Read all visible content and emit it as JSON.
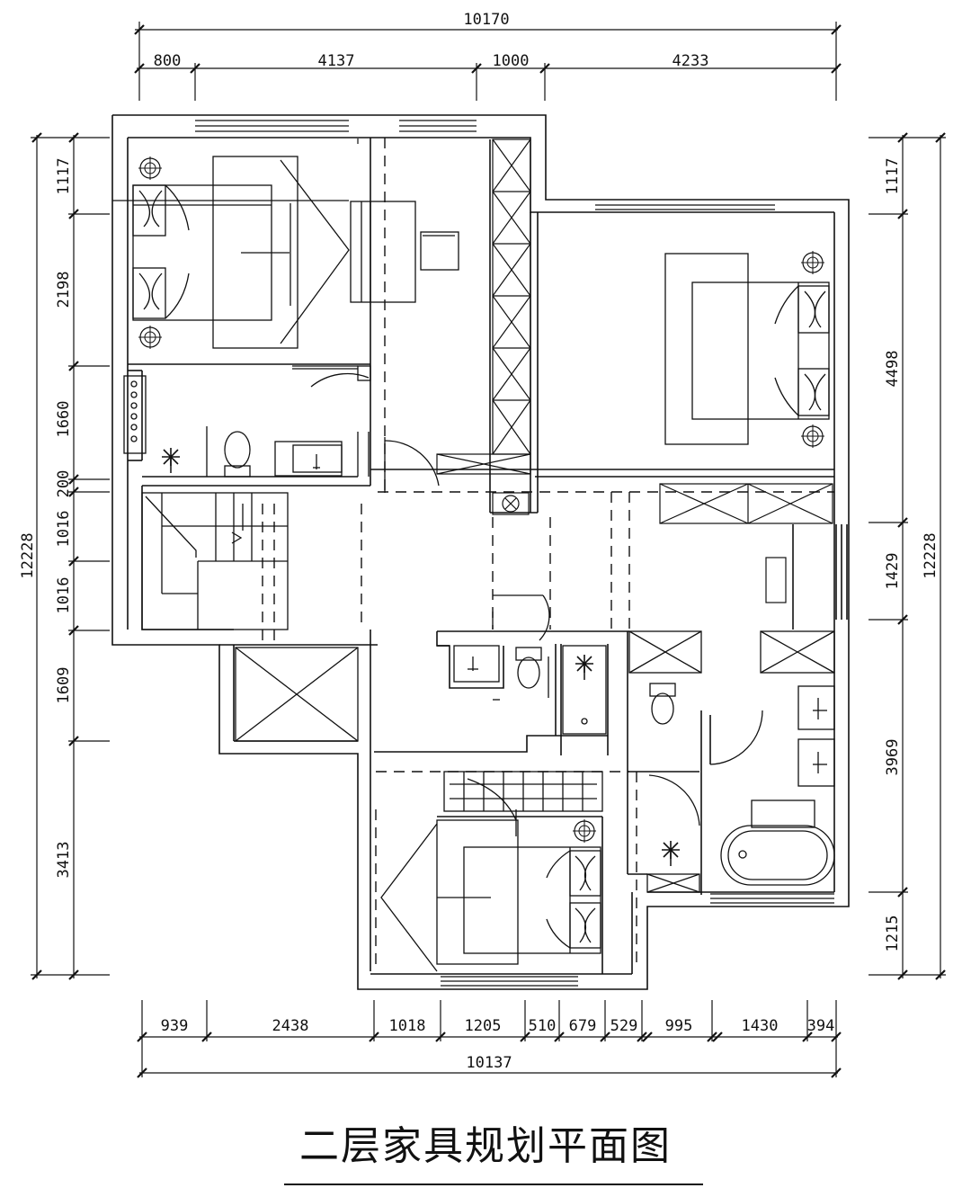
{
  "title": "二层家具规划平面图",
  "dimensions": {
    "top_total": "10170",
    "top": [
      "800",
      "4137",
      "1000",
      "4233"
    ],
    "bottom": [
      "939",
      "2438",
      "1018",
      "1205",
      "510",
      "679",
      "529",
      "995",
      "1430",
      "394"
    ],
    "bottom_total": "10137",
    "left_total": "12228",
    "left": [
      "1117",
      "2198",
      "1660",
      "200",
      "1016",
      "1016",
      "1609",
      "3413"
    ],
    "right": [
      "1117",
      "4498",
      "1429",
      "3969",
      "1215"
    ],
    "right_total": "12228"
  }
}
